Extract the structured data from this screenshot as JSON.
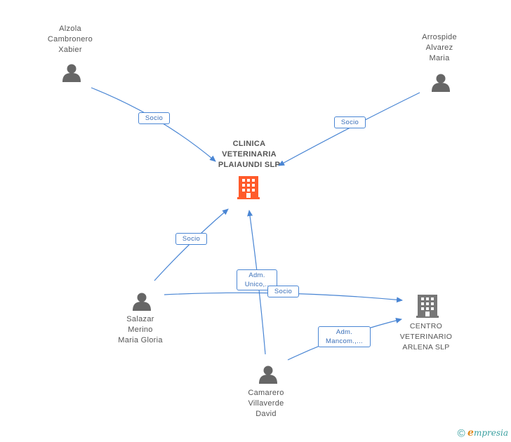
{
  "colors": {
    "edge": "#4a86d4",
    "person": "#666666",
    "company_main": "#ff5b2b",
    "company_other": "#777777"
  },
  "nodes": {
    "alzola": {
      "lines": [
        "Alzola",
        "Cambronero",
        "Xabier"
      ],
      "icon": "person-icon"
    },
    "arrospide": {
      "lines": [
        "Arrospide",
        "Alvarez",
        "Maria"
      ],
      "icon": "person-icon"
    },
    "clinica": {
      "lines": [
        "CLINICA",
        "VETERINARIA",
        "PLAIAUNDI SLP"
      ],
      "icon": "building-icon"
    },
    "salazar": {
      "lines": [
        "Salazar",
        "Merino",
        "Maria Gloria"
      ],
      "icon": "person-icon"
    },
    "centro": {
      "lines": [
        "CENTRO",
        "VETERINARIO",
        "ARLENA SLP"
      ],
      "icon": "building-icon"
    },
    "camarero": {
      "lines": [
        "Camarero",
        "Villaverde",
        "David"
      ],
      "icon": "person-icon"
    }
  },
  "edges": {
    "alzola_socio": [
      "Socio"
    ],
    "arrospide_socio": [
      "Socio"
    ],
    "salazar_socio_clinica": [
      "Socio"
    ],
    "camarero_adm_clinica": [
      "Adm.",
      "Unico,.."
    ],
    "salazar_socio_centro": [
      "Socio"
    ],
    "camarero_adm_centro": [
      "Adm.",
      "Mancom.,..."
    ]
  },
  "footer": {
    "copyright": "©",
    "brand_initial": "e",
    "brand_rest": "mpresia"
  }
}
